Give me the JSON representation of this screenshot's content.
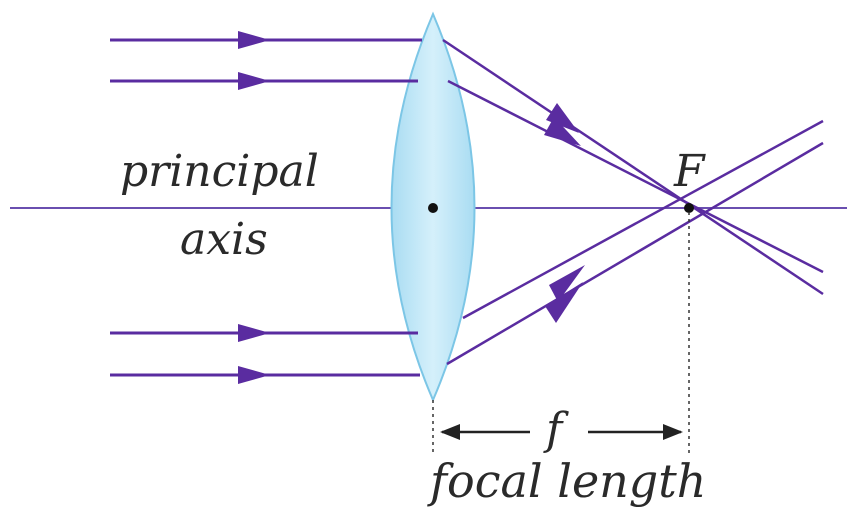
{
  "labels": {
    "principal": "principal",
    "axis": "axis",
    "focal_point": "F",
    "focal_symbol": "f",
    "focal_length": "focal length"
  },
  "colors": {
    "ray": "#5a2ca0",
    "axis_line": "#6a4fb0",
    "lens_fill": "#bfe6f6",
    "lens_stroke": "#7cc6e6",
    "text": "#2a2a2a"
  }
}
